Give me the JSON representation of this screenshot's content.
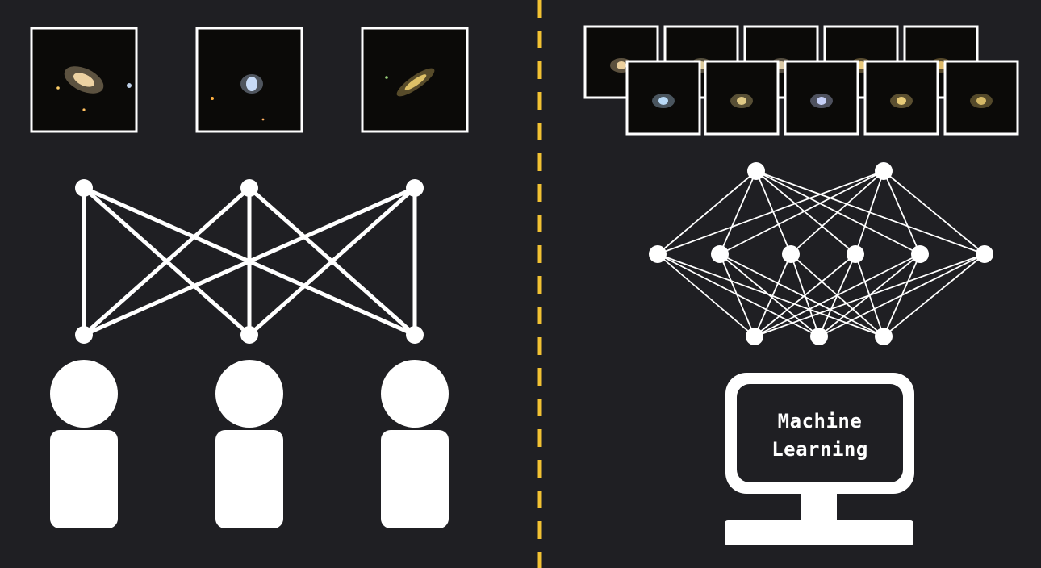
{
  "colors": {
    "background": "#1f1f23",
    "foreground": "#ffffff",
    "divider": "#f2c233",
    "image_background": "#0b0a08"
  },
  "left_panel": {
    "galaxy_thumbnails": [
      {
        "icon": "galaxy-spiral-icon",
        "tint": "#f4d9a8"
      },
      {
        "icon": "galaxy-compact-icon",
        "tint": "#cfe3ff"
      },
      {
        "icon": "galaxy-edge-on-icon",
        "tint": "#e6c76a"
      }
    ],
    "network": {
      "top_nodes": 3,
      "bottom_nodes": 3,
      "connection": "fully-connected"
    },
    "people": [
      {
        "icon": "person-icon"
      },
      {
        "icon": "person-icon"
      },
      {
        "icon": "person-icon"
      }
    ]
  },
  "right_panel": {
    "galaxy_thumbnails_back_row": [
      {
        "icon": "galaxy-icon",
        "tint": "#f3d7a3"
      },
      {
        "icon": "galaxy-icon",
        "tint": "#e3d0a0"
      },
      {
        "icon": "galaxy-icon",
        "tint": "#e2cfaa"
      },
      {
        "icon": "galaxy-icon",
        "tint": "#f0cf7f"
      },
      {
        "icon": "galaxy-icon",
        "tint": "#e6c06b"
      }
    ],
    "galaxy_thumbnails_front_row": [
      {
        "icon": "galaxy-icon",
        "tint": "#bfe2ff"
      },
      {
        "icon": "galaxy-icon",
        "tint": "#e8d08a"
      },
      {
        "icon": "galaxy-icon",
        "tint": "#cbd6ff"
      },
      {
        "icon": "galaxy-icon",
        "tint": "#f0d27c"
      },
      {
        "icon": "galaxy-icon",
        "tint": "#dcc06a"
      }
    ],
    "neural_network": {
      "layers": [
        2,
        6,
        3
      ]
    },
    "computer": {
      "icon": "computer-monitor-icon",
      "label_line1": "Machine",
      "label_line2": "Learning"
    }
  }
}
